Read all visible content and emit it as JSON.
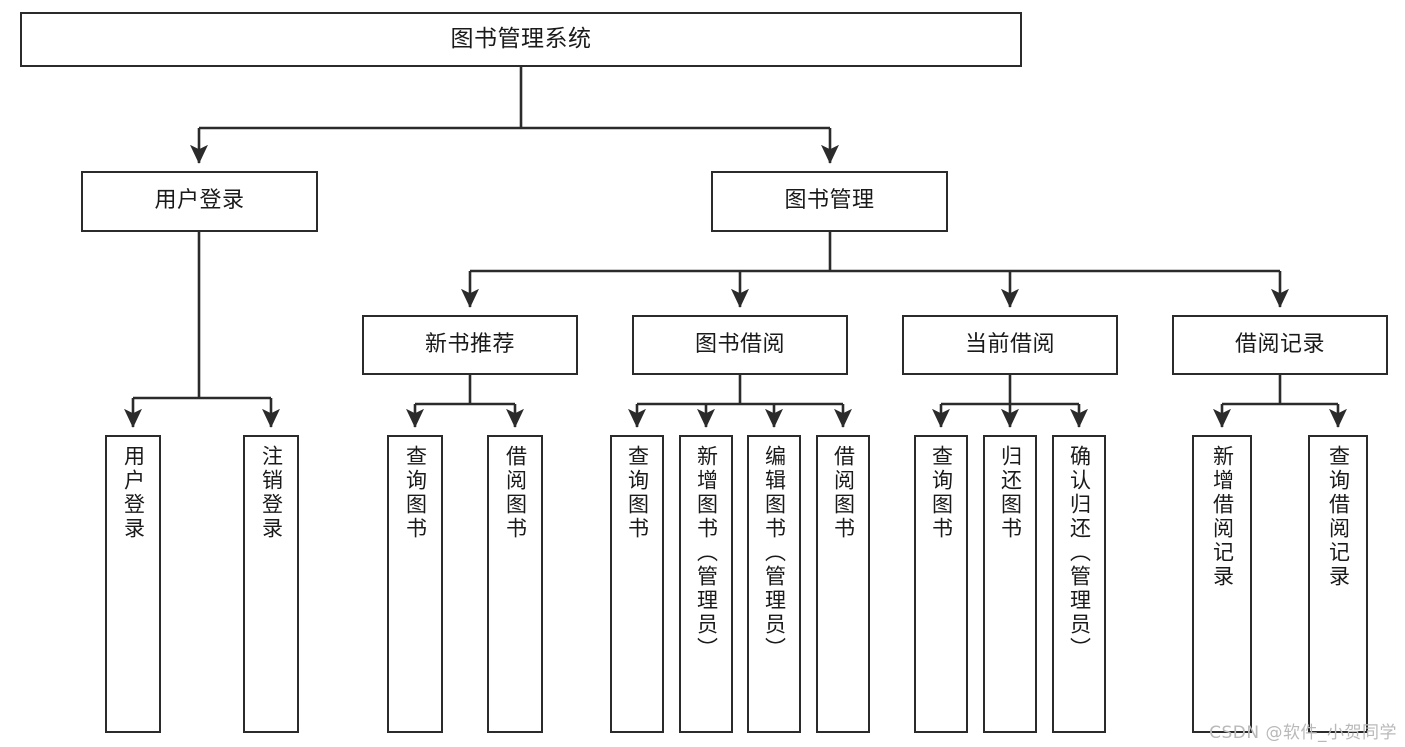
{
  "diagram": {
    "title": "图书管理系统",
    "type": "tree-hierarchy-functional-structure",
    "watermark": "CSDN @软件_小贺同学",
    "colors": {
      "border": "#2b2b2b",
      "fill": "#ffffff",
      "text": "#1a1a1a",
      "watermark": "#b9b9b9"
    },
    "levels": {
      "level0": [
        {
          "id": "root",
          "label": "图书管理系统",
          "orientation": "horizontal"
        }
      ],
      "level1": [
        {
          "id": "user-login",
          "label": "用户登录",
          "orientation": "horizontal",
          "parent": "root"
        },
        {
          "id": "book-manage",
          "label": "图书管理",
          "orientation": "horizontal",
          "parent": "root"
        }
      ],
      "level2": [
        {
          "id": "new-book-rec",
          "label": "新书推荐",
          "orientation": "horizontal",
          "parent": "book-manage"
        },
        {
          "id": "book-borrow",
          "label": "图书借阅",
          "orientation": "horizontal",
          "parent": "book-manage"
        },
        {
          "id": "current-borrow",
          "label": "当前借阅",
          "orientation": "horizontal",
          "parent": "book-manage"
        },
        {
          "id": "borrow-record",
          "label": "借阅记录",
          "orientation": "horizontal",
          "parent": "book-manage"
        }
      ],
      "level3": [
        {
          "id": "leaf-user-login",
          "label": "用户登录",
          "orientation": "vertical",
          "parent": "user-login"
        },
        {
          "id": "leaf-logout",
          "label": "注销登录",
          "orientation": "vertical",
          "parent": "user-login"
        },
        {
          "id": "leaf-query-book-1",
          "label": "查询图书",
          "orientation": "vertical",
          "parent": "new-book-rec"
        },
        {
          "id": "leaf-borrow-book-1",
          "label": "借阅图书",
          "orientation": "vertical",
          "parent": "new-book-rec"
        },
        {
          "id": "leaf-query-book-2",
          "label": "查询图书",
          "orientation": "vertical",
          "parent": "book-borrow"
        },
        {
          "id": "leaf-add-book",
          "label": "新增图书（管理员）",
          "orientation": "vertical",
          "parent": "book-borrow"
        },
        {
          "id": "leaf-edit-book",
          "label": "编辑图书（管理员）",
          "orientation": "vertical",
          "parent": "book-borrow"
        },
        {
          "id": "leaf-borrow-book-2",
          "label": "借阅图书",
          "orientation": "vertical",
          "parent": "book-borrow"
        },
        {
          "id": "leaf-query-book-3",
          "label": "查询图书",
          "orientation": "vertical",
          "parent": "current-borrow"
        },
        {
          "id": "leaf-return-book",
          "label": "归还图书",
          "orientation": "vertical",
          "parent": "current-borrow"
        },
        {
          "id": "leaf-confirm-return",
          "label": "确认归还（管理员）",
          "orientation": "vertical",
          "parent": "current-borrow"
        },
        {
          "id": "leaf-add-record",
          "label": "新增借阅记录",
          "orientation": "vertical",
          "parent": "borrow-record"
        },
        {
          "id": "leaf-query-record",
          "label": "查询借阅记录",
          "orientation": "vertical",
          "parent": "borrow-record"
        }
      ]
    }
  }
}
